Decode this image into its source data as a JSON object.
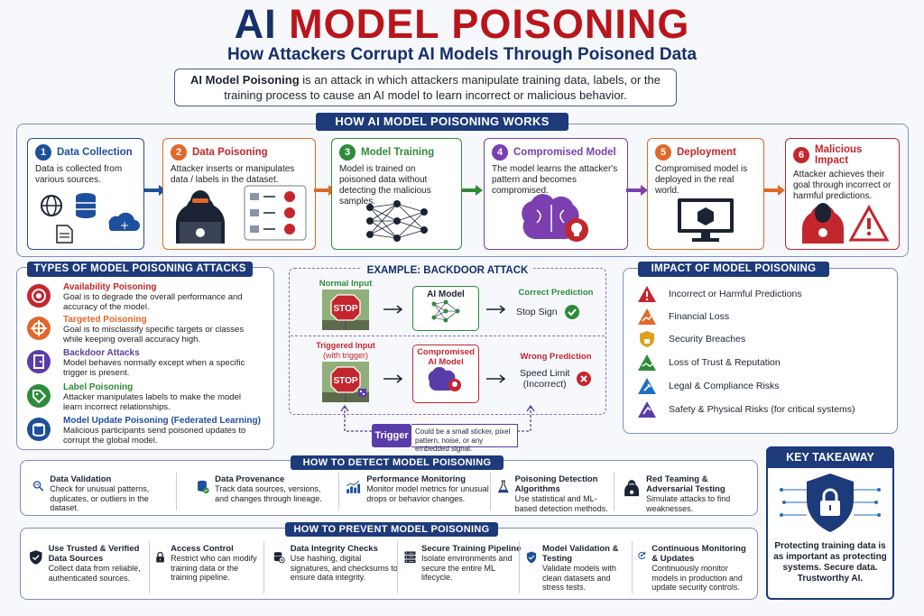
{
  "header": {
    "title_ai": "AI",
    "title_rest": "MODEL POISONING",
    "subtitle": "How Attackers Corrupt AI Models Through Poisoned Data",
    "intro_bold": "AI Model Poisoning",
    "intro_rest": " is an attack in which attackers manipulate training data, labels, or the training process to cause an AI model to learn incorrect or malicious behavior."
  },
  "works": {
    "heading": "HOW AI MODEL POISONING WORKS",
    "steps": [
      {
        "num": "1",
        "title": "Data Collection",
        "desc": "Data is collected from various sources.",
        "color": "#1d4f9c"
      },
      {
        "num": "2",
        "title": "Data Poisoning",
        "desc": "Attacker inserts or manipulates data / labels in the dataset.",
        "color": "#e0682a"
      },
      {
        "num": "3",
        "title": "Model Training",
        "desc": "Model is trained on poisoned data without detecting the malicious samples.",
        "color": "#2e8b3a"
      },
      {
        "num": "4",
        "title": "Compromised Model",
        "desc": "The model learns the attacker's pattern and becomes compromised.",
        "color": "#7b3fb0"
      },
      {
        "num": "5",
        "title": "Deployment",
        "desc": "Compromised model is deployed in the real world.",
        "color": "#e0682a"
      },
      {
        "num": "6",
        "title": "Malicious Impact",
        "desc": "Attacker achieves their goal through incorrect or harmful predictions.",
        "color": "#c4262d"
      }
    ]
  },
  "types": {
    "heading": "TYPES OF MODEL POISONING ATTACKS",
    "items": [
      {
        "title": "Availability Poisoning",
        "desc": "Goal is to degrade the overall performance and accuracy of the model.",
        "color": "#c4262d"
      },
      {
        "title": "Targeted Poisoning",
        "desc": "Goal is to misclassify specific targets or classes while keeping overall accuracy high.",
        "color": "#e0682a"
      },
      {
        "title": "Backdoor Attacks",
        "desc": "Model behaves normally except when a specific trigger is present.",
        "color": "#5a3ca8"
      },
      {
        "title": "Label Poisoning",
        "desc": "Attacker manipulates labels to make the model learn incorrect relationships.",
        "color": "#2e8b3a"
      },
      {
        "title": "Model Update Poisoning (Federated Learning)",
        "desc": "Malicious participants send poisoned updates to corrupt the global model.",
        "color": "#1d4f9c"
      }
    ]
  },
  "example": {
    "heading": "EXAMPLE: BACKDOOR ATTACK",
    "normal_input": "Normal Input",
    "ai_model": "AI Model",
    "correct_prediction": "Correct Prediction",
    "stop_sign": "Stop Sign",
    "triggered_input": "Triggered Input",
    "with_trigger": "(with trigger)",
    "compromised_model": "Compromised\nAI Model",
    "wrong_prediction": "Wrong Prediction",
    "speed_limit": "Speed Limit",
    "incorrect": "(Incorrect)",
    "stop_text": "STOP",
    "trigger_label": "Trigger",
    "trigger_desc": "Could be a small sticker, pixel pattern, noise, or any embedded signal."
  },
  "impact": {
    "heading": "IMPACT OF MODEL POISONING",
    "items": [
      {
        "label": "Incorrect or Harmful Predictions",
        "color": "#c4262d"
      },
      {
        "label": "Financial Loss",
        "color": "#e0682a"
      },
      {
        "label": "Security Breaches",
        "color": "#e0a020"
      },
      {
        "label": "Loss of Trust & Reputation",
        "color": "#2e8b3a"
      },
      {
        "label": "Legal & Compliance Risks",
        "color": "#1d6fc4"
      },
      {
        "label": "Safety & Physical Risks (for critical systems)",
        "color": "#5a3ca8"
      }
    ]
  },
  "detect": {
    "heading": "HOW TO DETECT MODEL POISONING",
    "items": [
      {
        "title": "Data Validation",
        "desc": "Check for unusual patterns, duplicates, or outliers in the dataset."
      },
      {
        "title": "Data Provenance",
        "desc": "Track data sources, versions, and changes through lineage."
      },
      {
        "title": "Performance Monitoring",
        "desc": "Monitor model metrics for unusual drops or behavior changes."
      },
      {
        "title": "Poisoning Detection Algorithms",
        "desc": "Use statistical and ML-based detection methods."
      },
      {
        "title": "Red Teaming & Adversarial Testing",
        "desc": "Simulate attacks to find weaknesses."
      }
    ]
  },
  "prevent": {
    "heading": "HOW TO PREVENT MODEL POISONING",
    "items": [
      {
        "title": "Use Trusted & Verified Data Sources",
        "desc": "Collect data from reliable, authenticated sources."
      },
      {
        "title": "Access Control",
        "desc": "Restrict who can modify training data or the training pipeline."
      },
      {
        "title": "Data Integrity Checks",
        "desc": "Use hashing, digital signatures, and checksums to ensure data integrity."
      },
      {
        "title": "Secure Training Pipeline",
        "desc": "Isolate environments and secure the entire ML lifecycle."
      },
      {
        "title": "Model Validation & Testing",
        "desc": "Validate models with clean datasets and stress tests."
      },
      {
        "title": "Continuous Monitoring & Updates",
        "desc": "Continuously monitor models in production and update security controls."
      }
    ]
  },
  "takeaway": {
    "heading": "KEY TAKEAWAY",
    "text": "Protecting training data is as important as protecting systems. Secure data. Trustworthy AI."
  }
}
